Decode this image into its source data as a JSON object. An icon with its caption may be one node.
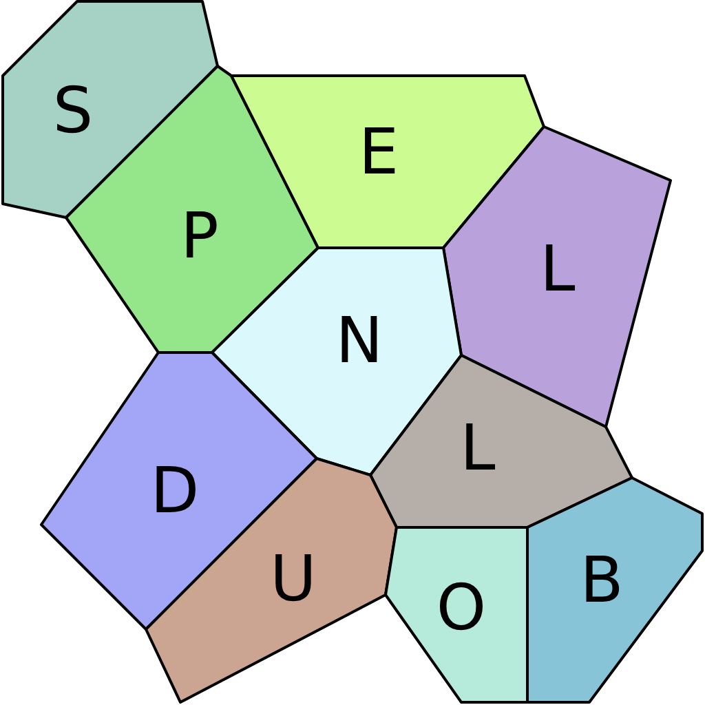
{
  "diagram": {
    "nodes": [
      {
        "text": [
          "S"
        ]
      },
      {
        "text": [
          "P"
        ]
      },
      {
        "text": [
          "E"
        ]
      },
      {
        "text": [
          "L"
        ]
      },
      {
        "text": [
          "N"
        ]
      },
      {
        "text": [
          "L"
        ]
      },
      {
        "text": [
          "D"
        ]
      },
      {
        "text": [
          "U"
        ]
      },
      {
        "text": [
          "O"
        ]
      },
      {
        "text": [
          "B"
        ]
      }
    ]
  }
}
